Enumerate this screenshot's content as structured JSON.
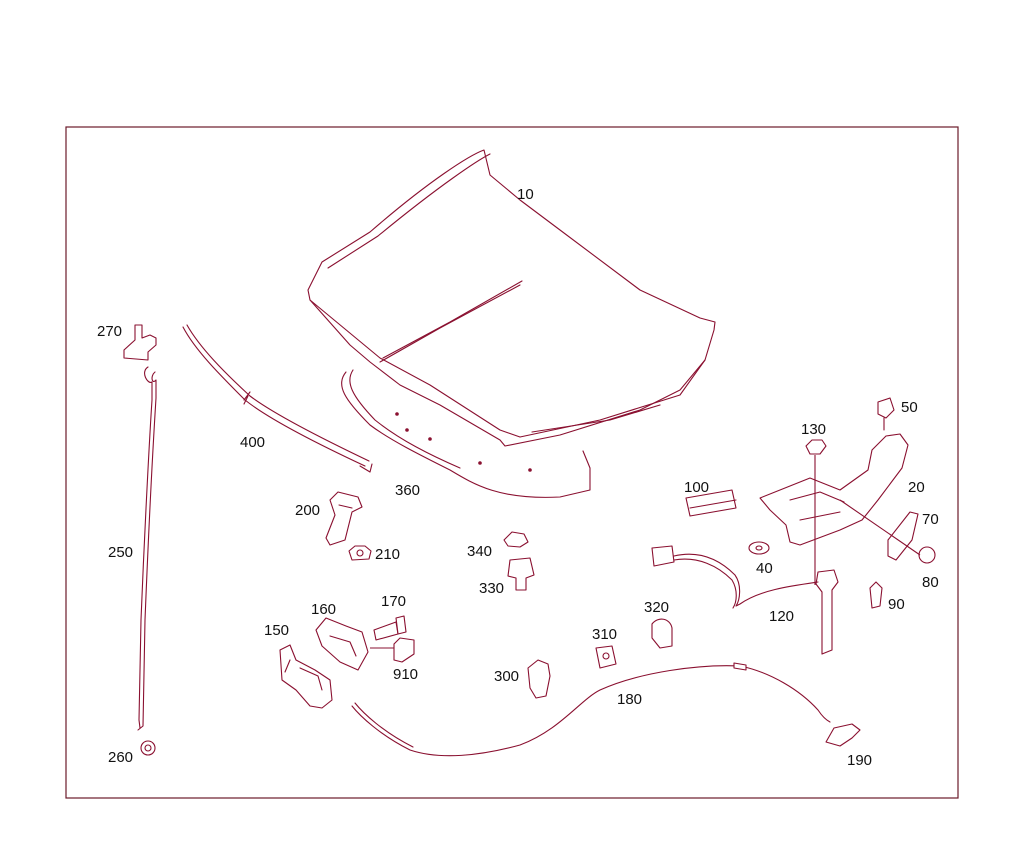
{
  "diagram": {
    "parts": [
      {
        "id": "10"
      },
      {
        "id": "20"
      },
      {
        "id": "40"
      },
      {
        "id": "50"
      },
      {
        "id": "70"
      },
      {
        "id": "80"
      },
      {
        "id": "90"
      },
      {
        "id": "100"
      },
      {
        "id": "120"
      },
      {
        "id": "130"
      },
      {
        "id": "150"
      },
      {
        "id": "160"
      },
      {
        "id": "170"
      },
      {
        "id": "180"
      },
      {
        "id": "190"
      },
      {
        "id": "200"
      },
      {
        "id": "210"
      },
      {
        "id": "250"
      },
      {
        "id": "260"
      },
      {
        "id": "270"
      },
      {
        "id": "300"
      },
      {
        "id": "310"
      },
      {
        "id": "320"
      },
      {
        "id": "330"
      },
      {
        "id": "340"
      },
      {
        "id": "360"
      },
      {
        "id": "400"
      },
      {
        "id": "910"
      }
    ],
    "colors": {
      "line": "#8a1030",
      "frame": "#6b1a2a",
      "label": "#111111"
    }
  }
}
